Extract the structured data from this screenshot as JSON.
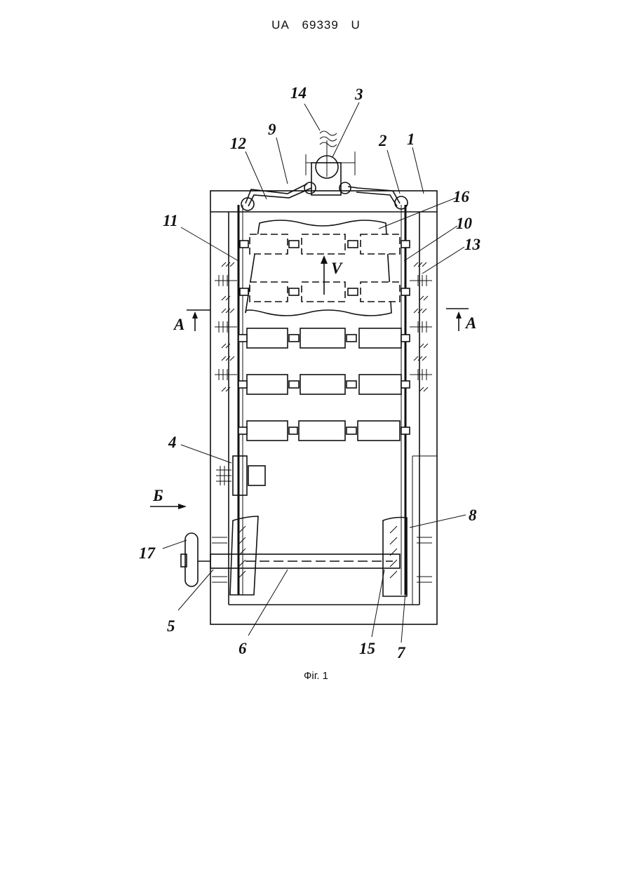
{
  "header": {
    "country": "UA",
    "number": "69339",
    "kind": "U"
  },
  "caption": "Фіг. 1",
  "labels": {
    "l1": "1",
    "l2": "2",
    "l3": "3",
    "l4": "4",
    "l5": "5",
    "l6": "6",
    "l7": "7",
    "l8": "8",
    "l9": "9",
    "l10": "10",
    "l11": "11",
    "l12": "12",
    "l13": "13",
    "l14": "14",
    "l15": "15",
    "l16": "16",
    "l17": "17",
    "sectionA_left": "A",
    "sectionA_right": "A",
    "viewB": "Б",
    "velocity": "V"
  }
}
